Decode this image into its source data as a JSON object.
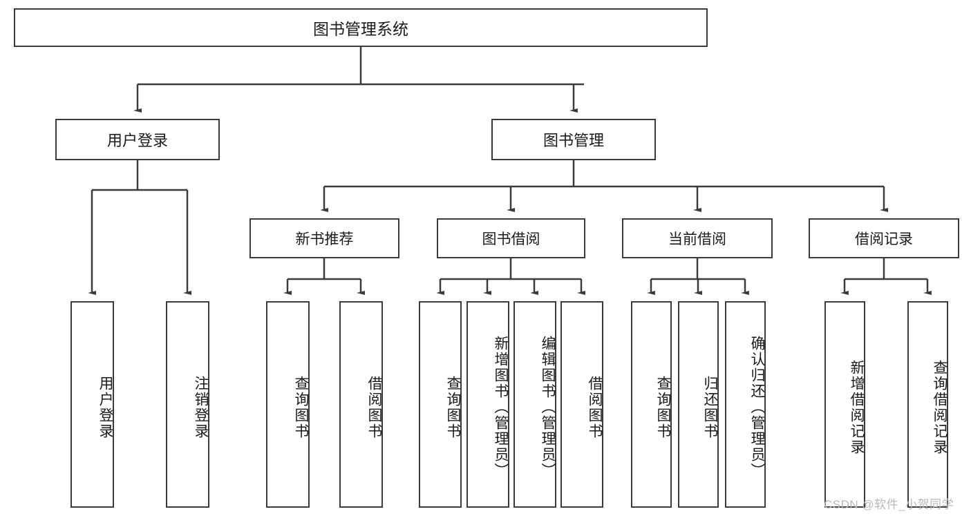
{
  "diagram": {
    "type": "tree-hierarchy",
    "title": "图书管理系统",
    "watermark": "CSDN @软件_小贺同学",
    "colors": {
      "border": "#3a3a3a",
      "background": "#ffffff",
      "text": "#1a1a1a",
      "edge": "#3a3a3a",
      "watermark": "#b9b9b9"
    },
    "nodes": {
      "root": {
        "label": "图书管理系统"
      },
      "level1": [
        {
          "id": "user-login",
          "label": "用户登录"
        },
        {
          "id": "book-manage",
          "label": "图书管理"
        }
      ],
      "level2": [
        {
          "id": "new-book-recommend",
          "label": "新书推荐"
        },
        {
          "id": "book-borrow",
          "label": "图书借阅"
        },
        {
          "id": "current-borrow",
          "label": "当前借阅"
        },
        {
          "id": "borrow-record",
          "label": "借阅记录"
        }
      ],
      "leaves": {
        "user-login": [
          {
            "id": "leaf-user-login",
            "label": "用户登录"
          },
          {
            "id": "leaf-user-logout",
            "label": "注销登录"
          }
        ],
        "new-book-recommend": [
          {
            "id": "leaf-query-book-1",
            "label": "查询图书"
          },
          {
            "id": "leaf-borrow-book-1",
            "label": "借阅图书"
          }
        ],
        "book-borrow": [
          {
            "id": "leaf-query-book-2",
            "label": "查询图书"
          },
          {
            "id": "leaf-add-book",
            "label": "新增图书（管理员）"
          },
          {
            "id": "leaf-edit-book",
            "label": "编辑图书（管理员）"
          },
          {
            "id": "leaf-borrow-book-2",
            "label": "借阅图书"
          }
        ],
        "current-borrow": [
          {
            "id": "leaf-query-book-3",
            "label": "查询图书"
          },
          {
            "id": "leaf-return-book",
            "label": "归还图书"
          },
          {
            "id": "leaf-confirm-return",
            "label": "确认归还（管理员）"
          }
        ],
        "borrow-record": [
          {
            "id": "leaf-add-record",
            "label": "新增借阅记录"
          },
          {
            "id": "leaf-query-record",
            "label": "查询借阅记录"
          }
        ]
      }
    }
  }
}
